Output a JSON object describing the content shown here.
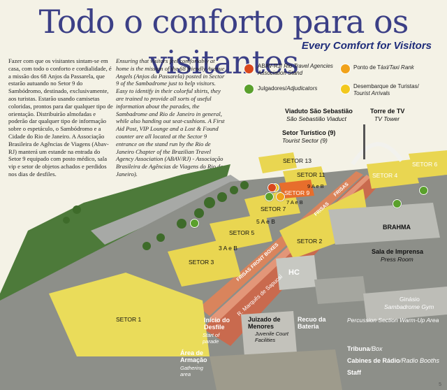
{
  "header": {
    "title": "Todo o conforto para os visitantes",
    "subtitle": "Every Comfort for Visitors"
  },
  "text": {
    "portuguese": "Fazer com que os visitantes sintam-se em casa, com todo o conforto e cordialidade, é a missão dos 68 Anjos da Passarela, que estarão autuando no Setor 9 do Sambódromo, destinado, exclusivamente, aos turistas. Estarão usando camisetas coloridas, prontos para dar qualquer tipo de orientação. Distribuirão almofadas e poderão dar qualquer tipo de informação sobre o espetáculo, o Sambódromo e a Cidade do Rio de Janeiro. A Associação Brasileira de Agências de Viagens (Abav-RJ) manterá um estande na entrada do Setor 9 equipado com posto médico, sala vip e setor de objetos achados e perdidos nos dias de desfiles.",
    "english": "Ensuring that visitors feel comfortably at home is the mission of the 68 friendly Avenue Angels (Anjos da Passarela) posted in Sector 9 of the Sambadrome just to help visitors. Easy to identify in their colorful shirts, they are trained to provide all sorts of useful information about the parades, the Sambadrome and Rio de Janeiro in general, while also handing out seat-cushions. A First Aid Post, VIP Lounge and a Lost & Found counter are all located at the Sector 9 entrance on the stand run by the Rio de Janeiro Chapter of the Brazilian Travel Agency Association (ABAV/RJ) - Associação Brasileira de Agências de Viagens do Rio de Janeiro)."
  },
  "legend": [
    {
      "icon": "abav-stand-icon",
      "color": "#d9481c",
      "pt": "ABAV-RJ/",
      "en": "Rio Travel Agencies Association Stand"
    },
    {
      "icon": "taxi-icon",
      "color": "#f0a21a",
      "pt": "Ponto de Táxi/",
      "en": "Taxi Rank"
    },
    {
      "icon": "judges-icon",
      "color": "#5aa02c",
      "pt": "Julgadores/",
      "en": "Adjudicators"
    },
    {
      "icon": "tourist-arrivals-icon",
      "color": "#f2c81e",
      "pt": "Desembarque de Turistas/",
      "en": "Tourist Arrivals"
    }
  ],
  "map": {
    "viaduto": {
      "pt": "Viaduto São Sebastião",
      "en": "São Sebastião Viaduct"
    },
    "setor_turistico": {
      "pt": "Setor Turístico (9)",
      "en": "Tourist Sector (9)"
    },
    "torre": {
      "pt": "Torre de TV",
      "en": "TV Tower"
    },
    "brahma": "BRAHMA",
    "sala_imprensa": {
      "pt": "Sala de Imprensa",
      "en": "Press Room"
    },
    "ginasio": {
      "pt": "Ginásio",
      "en": "Sambadrome Gym"
    },
    "percussion": "Percussion Section Warm-Up Area",
    "recuo": "Recuo da Bateria",
    "juizado": {
      "pt": "Juizado de Menores",
      "en": "Juvenile Court Facilities"
    },
    "inicio": {
      "pt": "Início do Desfile",
      "en": "Start of parade"
    },
    "area": {
      "pt": "Área de Armação",
      "en": "Gathering area"
    },
    "hc": "HC",
    "marques": "R. Marquês de Sapucaí",
    "frisas_front": "FRISAS FRONT BOXES",
    "frisas": "FRISAS",
    "frisas2": "FRISAS",
    "sectors": {
      "s1": "SETOR 1",
      "s2": "SETOR 2",
      "s3": "SETOR 3",
      "s4": "SETOR 4",
      "s5": "SETOR 5",
      "s6": "SETOR 6",
      "s7": "SETOR 7",
      "s9": "SETOR 9",
      "s11": "SETOR 11",
      "s13": "SETOR 13",
      "a3": "3 A e B",
      "a5": "5 A e B",
      "a7": "7 A e B",
      "a9": "9 A e B"
    },
    "bottom": [
      {
        "pt": "Tribuna",
        "en": "/Box"
      },
      {
        "pt": "Cabines de Rádio",
        "en": "/Radio Booths"
      },
      {
        "pt": "Staff",
        "en": ""
      }
    ]
  },
  "page_number": "5"
}
